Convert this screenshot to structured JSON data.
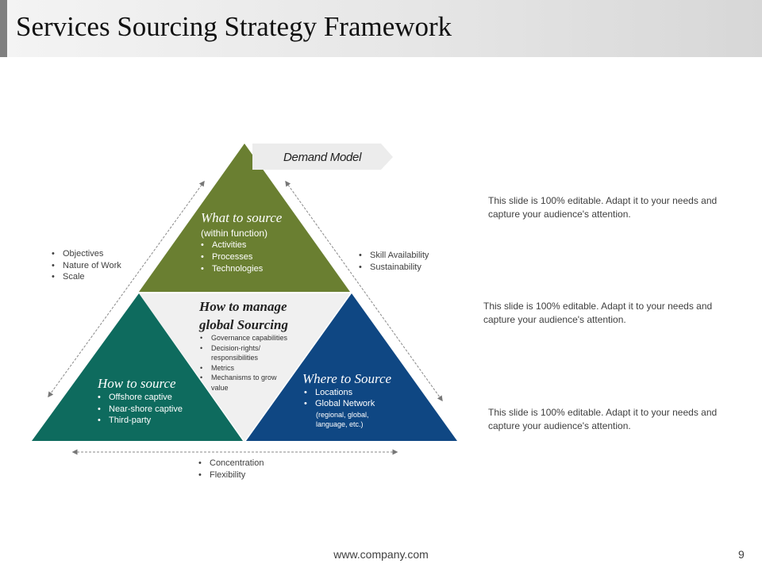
{
  "slide": {
    "title": "Services Sourcing Strategy Framework"
  },
  "colors": {
    "green": "#6a7f31",
    "teal": "#0e6b5e",
    "navy": "#0f4783",
    "center_fill": "#f0f0f0",
    "title_accent": "#7f7f7f"
  },
  "demand_model": {
    "label": "Demand Model"
  },
  "what_to_source": {
    "heading": "What to source",
    "subheading": "(within function)",
    "items": [
      "Activities",
      "Processes",
      "Technologies"
    ]
  },
  "how_to_manage": {
    "heading_line1": "How to manage",
    "heading_line2": "global Sourcing",
    "items": [
      "Governance capabilities",
      "Decision-rights/ responsibilities",
      "Metrics",
      "Mechanisms to grow value"
    ]
  },
  "how_to_source": {
    "heading": "How to source",
    "items": [
      "Offshore captive",
      "Near-shore captive",
      "Third-party"
    ]
  },
  "where_to_source": {
    "heading": "Where to Source",
    "items": [
      "Locations",
      "Global Network"
    ],
    "note": "(regional, global, language, etc.)"
  },
  "left_side": {
    "items": [
      "Objectives",
      "Nature of Work",
      "Scale"
    ]
  },
  "right_side": {
    "items": [
      "Skill Availability",
      "Sustainability"
    ]
  },
  "bottom_side": {
    "items": [
      "Concentration",
      "Flexibility"
    ]
  },
  "descriptions": [
    "This slide is 100% editable. Adapt it to your needs and capture your audience's attention.",
    "This slide is 100% editable. Adapt it to your needs and capture your audience's attention.",
    "This slide is 100% editable. Adapt it to your needs and capture your audience's attention."
  ],
  "footer": {
    "url": "www.company.com",
    "page_number": "9"
  }
}
